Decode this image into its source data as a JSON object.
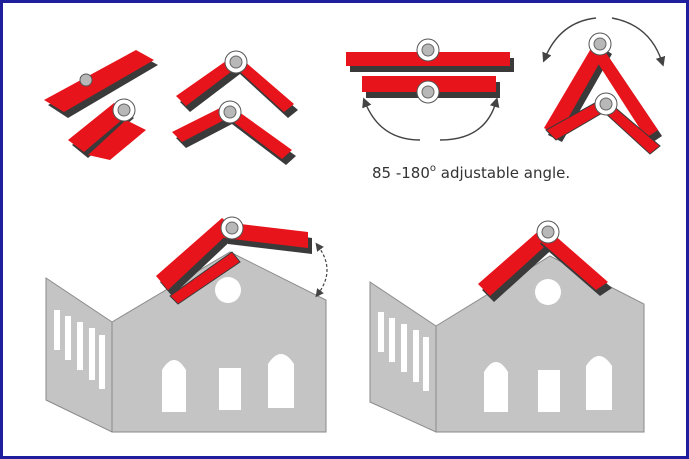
{
  "caption": {
    "prefix": "85 -180",
    "degree_mark": "o",
    "suffix": " adjustable angle."
  },
  "colors": {
    "frame_border": "#1f1f9e",
    "clamp_red": "#e8141b",
    "clamp_shadow": "#3a3a3a",
    "hinge_grey": "#b8b8b8",
    "wall_grey": "#c4c4c4",
    "wall_dark": "#a9a9a9",
    "arrow": "#444444"
  },
  "icons": {
    "clamp": "corner-clamp-icon",
    "arrow": "curved-double-arrow-icon",
    "building": "gable-wall-model-icon"
  }
}
